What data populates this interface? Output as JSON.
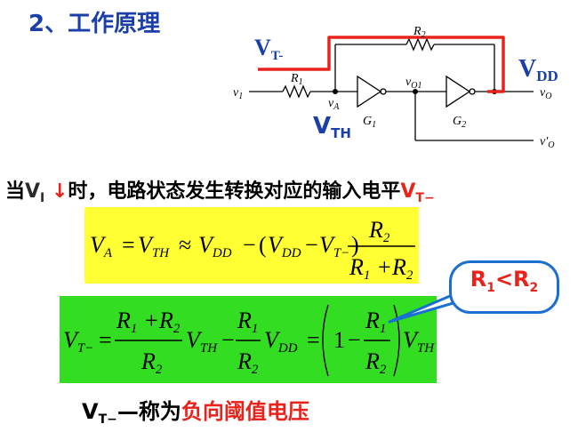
{
  "title": {
    "number": "2",
    "separator": "、",
    "text": "工作原理"
  },
  "circuit": {
    "v1": "v",
    "v1_sub": "1",
    "r1": "R",
    "r1_sub": "1",
    "r2": "R",
    "r2_sub": "2",
    "va": "v",
    "va_sub": "A",
    "vo1": "v",
    "vo1_sub": "O1",
    "g1": "G",
    "g1_sub": "1",
    "g2": "G",
    "g2_sub": "2",
    "vo": "v",
    "vo_sub": "O",
    "vo_prime": "v′",
    "vo_prime_sub": "O",
    "vt_minus": "V",
    "vt_minus_sub": "T-",
    "vth": "V",
    "vth_sub": "TH",
    "vdd": "V",
    "vdd_sub": "DD"
  },
  "statement": {
    "prefix": "当",
    "v": "V",
    "v_sub": "I",
    "arrow": "↓",
    "text": "时，电路状态发生转换对应的输入电平",
    "vt": "V",
    "vt_sub": "T−"
  },
  "equations": {
    "eq1": {
      "lhs": "V",
      "lhs_sub": "A",
      "eq": "=",
      "vth": "V",
      "vth_sub": "TH",
      "approx": "≈",
      "vdd": "V",
      "vdd_sub": "DD",
      "minus": "−",
      "lparen": "(",
      "vdd2": "V",
      "vdd2_sub": "DD",
      "minus2": "−",
      "vt": "V",
      "vt_sub": "T−",
      "rparen": ")",
      "num": "R",
      "num_sub": "2",
      "den_r1": "R",
      "den_r1_sub": "1",
      "plus": "+",
      "den_r2": "R",
      "den_r2_sub": "2"
    },
    "eq2": {
      "lhs": "V",
      "lhs_sub": "T−",
      "eq": "=",
      "f1_num_r1": "R",
      "f1_num_r1_sub": "1",
      "f1_plus": "+",
      "f1_num_r2": "R",
      "f1_num_r2_sub": "2",
      "f1_den": "R",
      "f1_den_sub": "2",
      "vth": "V",
      "vth_sub": "TH",
      "minus": "−",
      "f2_num": "R",
      "f2_num_sub": "1",
      "f2_den": "R",
      "f2_den_sub": "2",
      "vdd": "V",
      "vdd_sub": "DD",
      "eq2": "=",
      "one": "1",
      "minus2": "−",
      "f3_num": "R",
      "f3_num_sub": "1",
      "f3_den": "R",
      "f3_den_sub": "2",
      "vth2": "V",
      "vth2_sub": "TH"
    }
  },
  "callout": {
    "r1": "R",
    "r1_sub": "1",
    "lt": "<",
    "r2": "R",
    "r2_sub": "2"
  },
  "footer": {
    "v": "V",
    "v_sub": "T−",
    "dash": "—",
    "text_black": "称为",
    "text_red": "负向阈值电压"
  },
  "colors": {
    "title": "#1a3fa8",
    "red": "#e8231b",
    "yellow_box": "#ffff33",
    "green_box": "#33dd22",
    "callout_border": "#1a6fd0"
  }
}
